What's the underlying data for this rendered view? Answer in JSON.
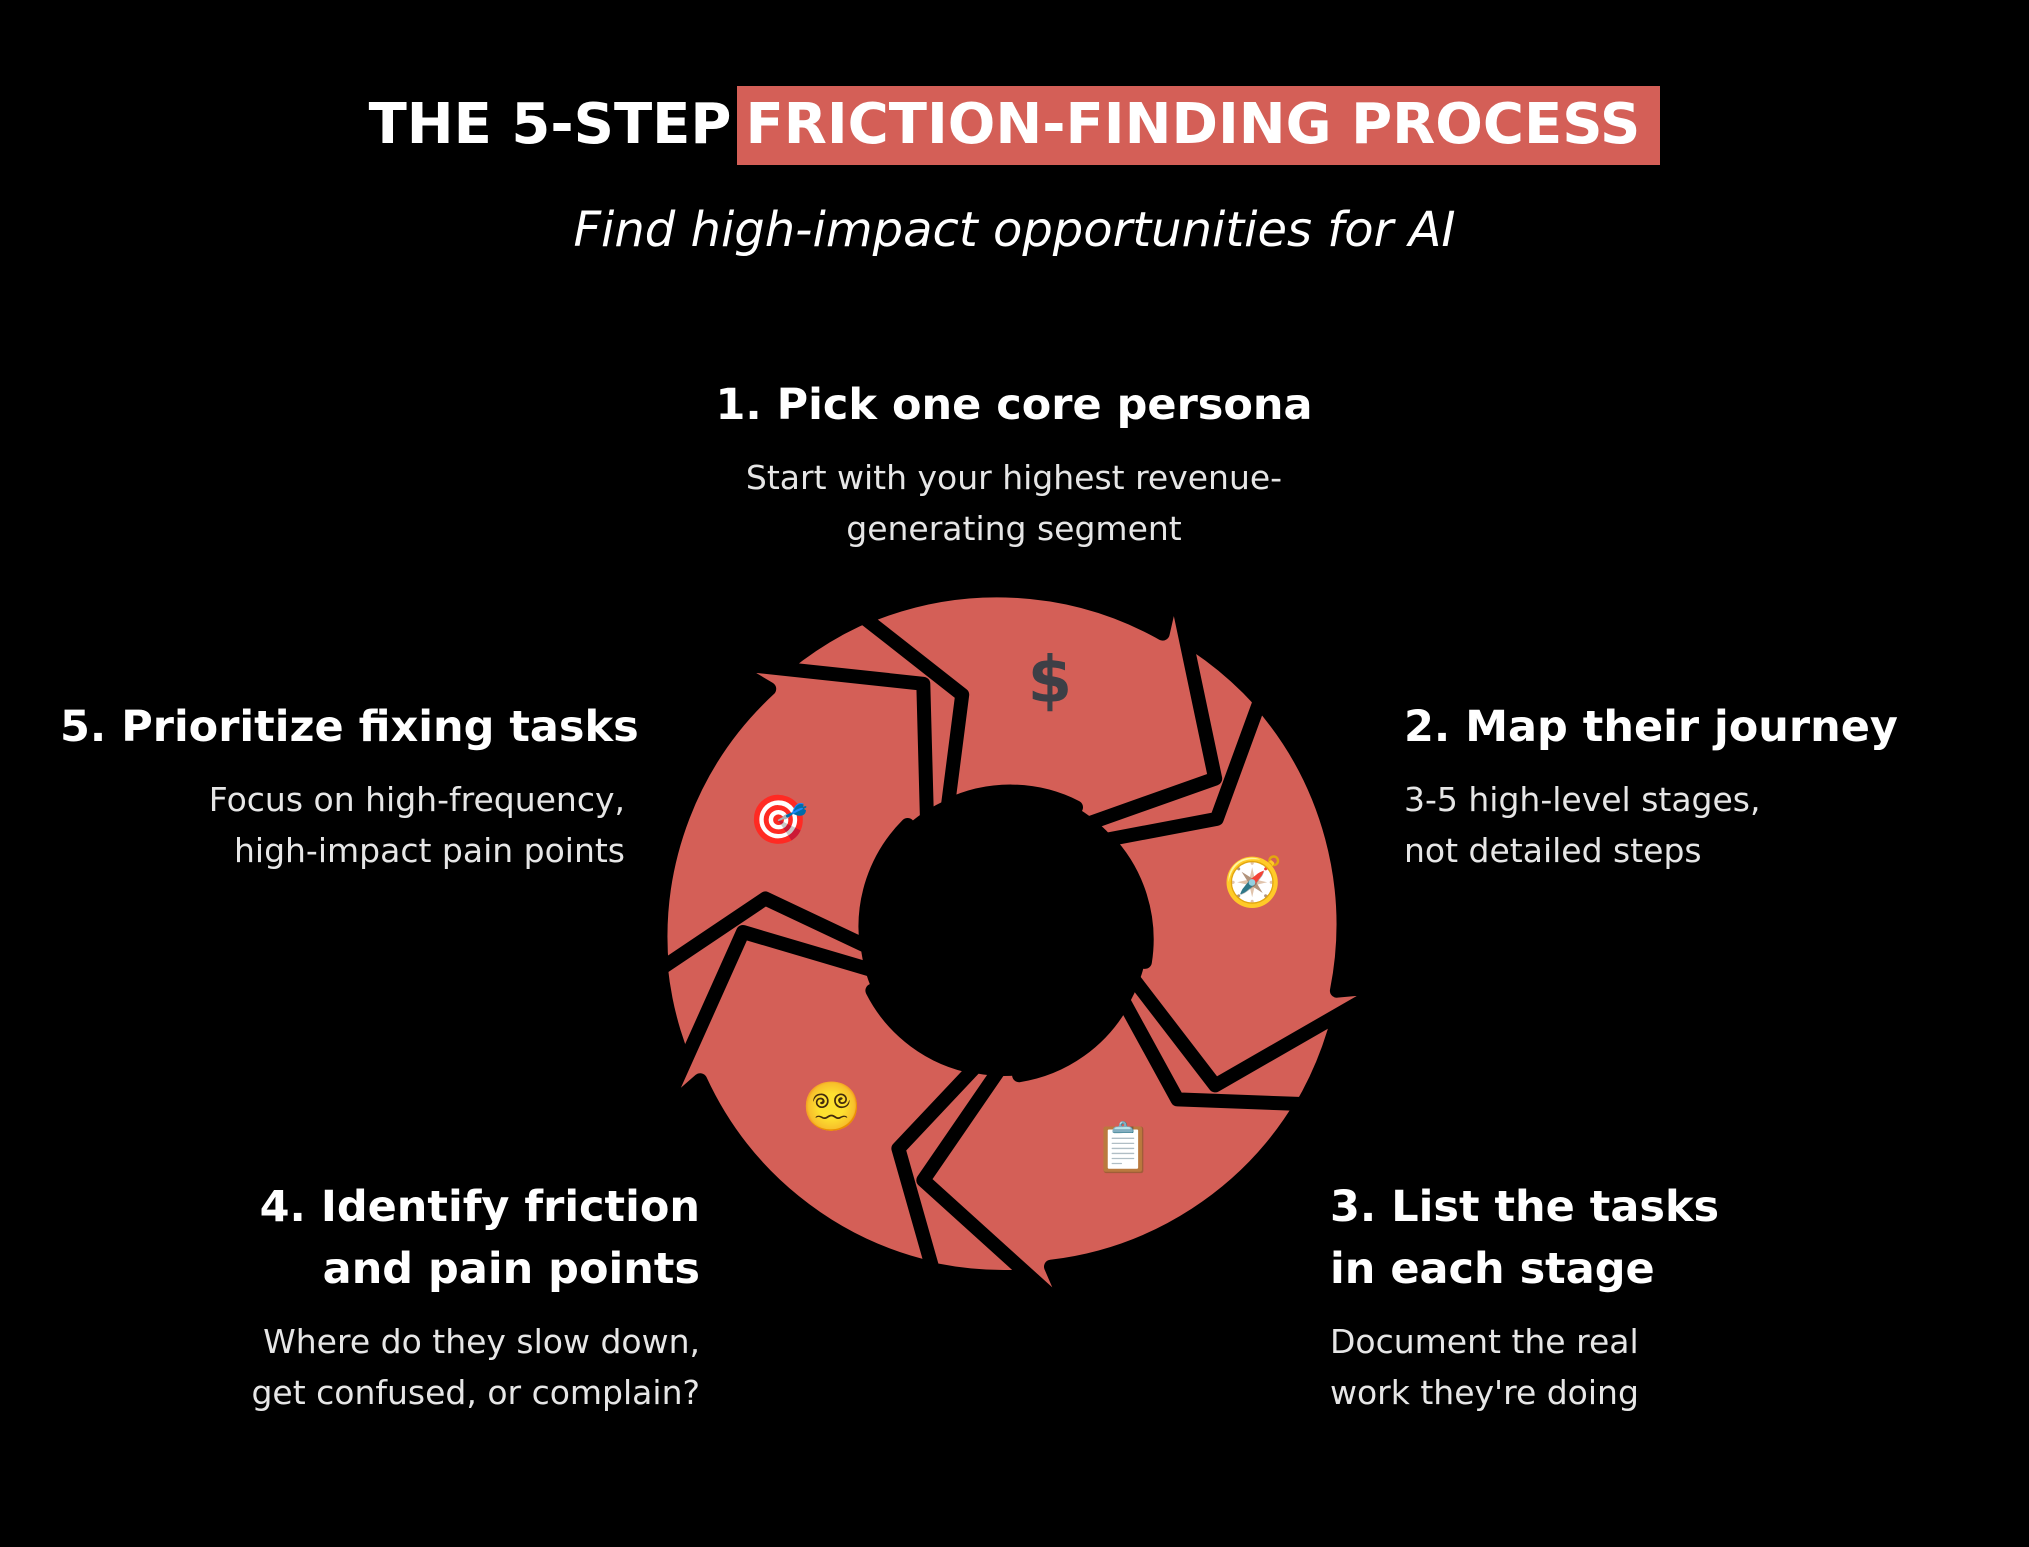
{
  "title": {
    "plain": "THE 5-STEP",
    "highlight": "FRICTION-FINDING PROCESS"
  },
  "subtitle": "Find high-impact opportunities for AI",
  "colors": {
    "background": "#000000",
    "accent": "#d45f57",
    "text": "#ffffff",
    "icon_dark": "#3d3f46"
  },
  "steps": [
    {
      "title": "1. Pick one core persona",
      "description_lines": [
        "Start with your highest revenue-",
        "generating segment"
      ],
      "icon": "dollar-icon",
      "icon_glyph": "$"
    },
    {
      "title": "2. Map their journey",
      "description_lines": [
        "3-5 high-level stages,",
        "not detailed steps"
      ],
      "icon": "compass-icon",
      "icon_glyph": "🧭"
    },
    {
      "title_lines": [
        "3. List the tasks",
        "in each stage"
      ],
      "description_lines": [
        "Document the real",
        "work they're doing"
      ],
      "icon": "clipboard-icon",
      "icon_glyph": "📋"
    },
    {
      "title_lines": [
        "4. Identify friction",
        "and pain points"
      ],
      "description_lines": [
        "Where do they slow down,",
        "get confused, or complain?"
      ],
      "icon": "dizzy-face-icon",
      "icon_glyph": "😵‍💫"
    },
    {
      "title": "5. Prioritize fixing tasks",
      "description_lines": [
        "Focus on high-frequency,",
        "high-impact pain points"
      ],
      "icon": "target-icon",
      "icon_glyph": "🎯"
    }
  ]
}
